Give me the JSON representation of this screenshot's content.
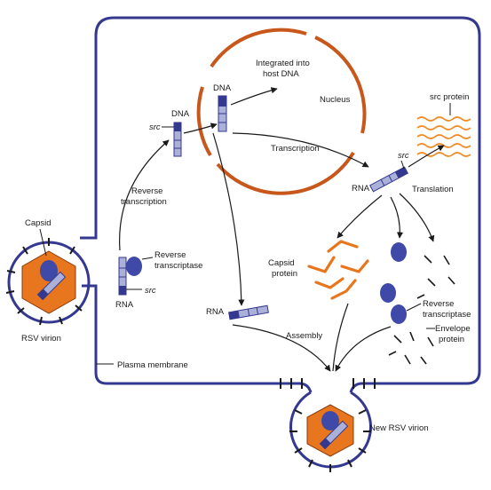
{
  "labels": {
    "integrated_line1": "Integrated into",
    "integrated_line2": "host DNA",
    "dna_nucleus": "DNA",
    "nucleus": "Nucleus",
    "src_dna": "src",
    "dna_left": "DNA",
    "transcription": "Transcription",
    "src_protein": "src protein",
    "rt_line1": "Reverse",
    "rt_line2": "transcription",
    "src_rna": "src",
    "rna_right": "RNA",
    "translation": "Translation",
    "capsid_left": "Capsid",
    "rev_trans_line1": "Reverse",
    "rev_trans_line2": "transcriptase",
    "src_virion": "src",
    "rna_virion": "RNA",
    "capsid_protein_line1": "Capsid",
    "capsid_protein_line2": "protein",
    "rsv_virion": "RSV virion",
    "rna_center": "RNA",
    "rev_trans2_line1": "Reverse",
    "rev_trans2_line2": "transcriptase",
    "envelope_line1": "Envelope",
    "envelope_line2": "protein",
    "assembly": "Assembly",
    "plasma_membrane": "Plasma membrane",
    "new_virion": "New RSV virion"
  },
  "colors": {
    "membrane": "#34388f",
    "nucleus": "#c8571c",
    "capsid_fill": "#e8761e",
    "protein": "#3f4aa8",
    "src_protein": "#f08a24",
    "rna_segment": "#aab0d8"
  }
}
